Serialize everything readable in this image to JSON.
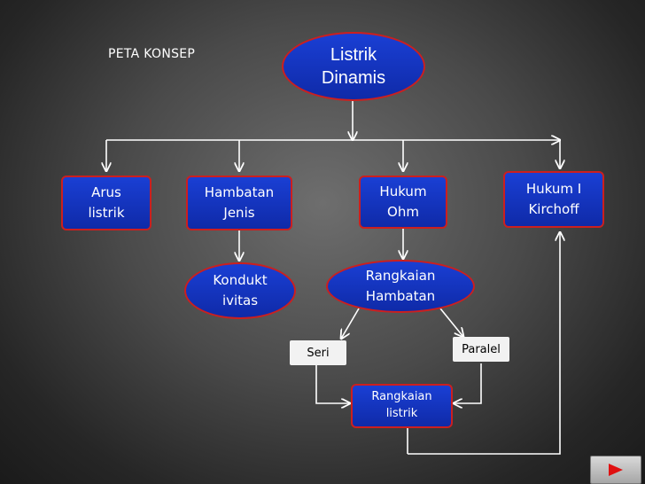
{
  "title": "PETA KONSEP",
  "nodes": {
    "listrik_dinamis": "Listrik\nDinamis",
    "arus_listrik": "Arus\nlistrik",
    "hambatan_jenis": "Hambatan\nJenis",
    "hukum_ohm": "Hukum\nOhm",
    "hukum_kirchoff": "Hukum I\nKirchoff",
    "konduktivitas": "Kondukt\nivitas",
    "rangkaian_hambatan": "Rangkaian\nHambatan",
    "seri": "Seri",
    "paralel": "Paralel",
    "rangkaian_listrik": "Rangkaian\nlistrik"
  },
  "colors": {
    "node_fill": "#1432c8",
    "node_border": "#cc1f1f",
    "connector": "#ffffff",
    "nav_icon": "#e01010"
  },
  "nav": {
    "icon": "play-arrow-icon"
  }
}
